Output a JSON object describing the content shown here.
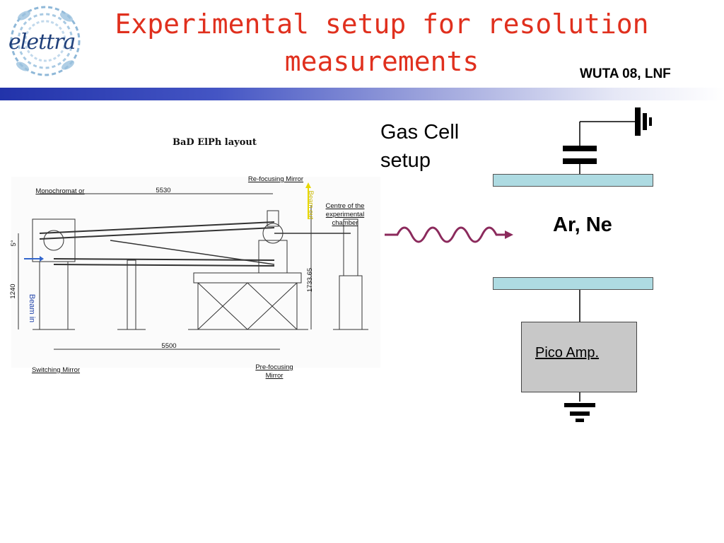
{
  "slide": {
    "title_line1": "Experimental setup for resolution",
    "title_line2": "measurements",
    "conference": "WUTA 08, LNF"
  },
  "logo": {
    "text": "elettra",
    "color": "#1f3f7a"
  },
  "colors": {
    "title": "#e0301e",
    "band_start": "#2233aa",
    "plate": "#aedbe2",
    "amp_box": "#c8c8c8",
    "wave": "#8b2a5c"
  },
  "layout": {
    "title": "BaD ElPh layout",
    "labels": {
      "monochromator": "Monochromat or",
      "refocusing_mirror": "Re-focusing Mirror",
      "beam_out": "Beam out",
      "centre": "Centre of the experimental chamber",
      "beam_in": "Beam in",
      "switching_mirror": "Switching Mirror",
      "prefocusing_mirror": "Pre-focusing Mirror",
      "dim_top": "5530",
      "dim_bottom": "5500",
      "dim_height": "1733.65",
      "dim_left": "1240",
      "angle": "5°"
    }
  },
  "gas_cell": {
    "heading": "Gas Cell setup",
    "gas": "Ar, Ne",
    "amplifier": "Pico Amp."
  }
}
